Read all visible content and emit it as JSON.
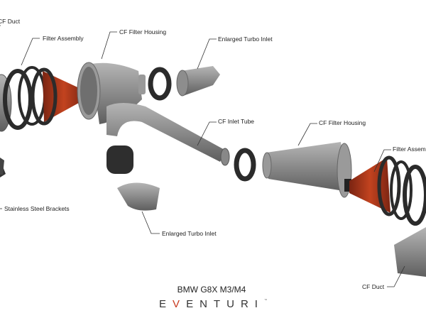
{
  "labels": {
    "cf_duct_left": "CF Duct",
    "filter_assembly_left": "Filter Assembly",
    "cf_filter_housing_left": "CF Filter Housing",
    "enlarged_turbo_inlet_top": "Enlarged Turbo Inlet",
    "cf_inlet_tube": "CF Inlet Tube",
    "cf_filter_housing_right": "CF Filter Housing",
    "filter_assembly_right": "Filter Assembly",
    "stainless_steel_brackets": "Stainless Steel Brackets",
    "enlarged_turbo_inlet_bottom": "Enlarged Turbo Inlet",
    "cf_duct_right": "CF Duct"
  },
  "title": "BMW G8X M3/M4",
  "logo": {
    "text": "EVENTURI",
    "tm": "™",
    "accent": "#c8391f"
  },
  "colors": {
    "carbon": "#8a8a8a",
    "filter": "#b0361c",
    "rubber": "#2b2b2b"
  }
}
